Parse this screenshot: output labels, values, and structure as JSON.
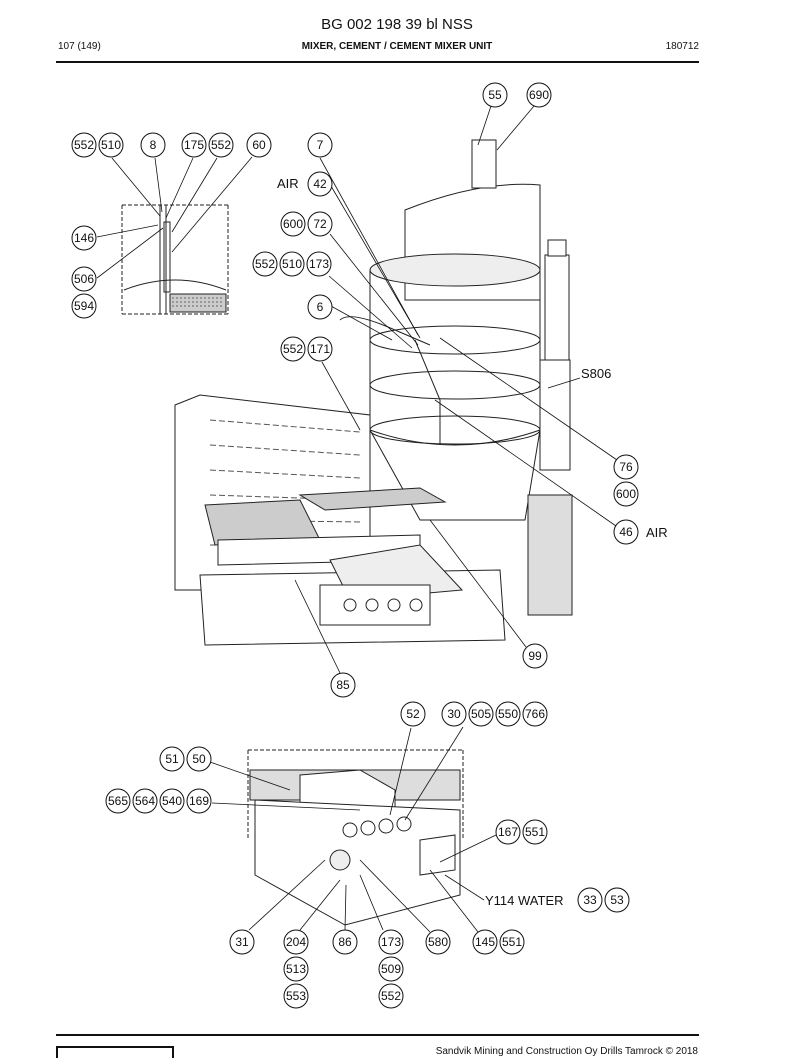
{
  "header": {
    "document_id": "BG 002 198 39 bl NSS",
    "page": "107 (149)",
    "section": "MIXER, CEMENT / CEMENT MIXER UNIT",
    "date_code": "180712"
  },
  "footer": {
    "copyright": "Sandvik Mining and Construction Oy Drills Tamrock © 2018"
  },
  "labels": {
    "air_top": "AIR",
    "air_right": "AIR",
    "s806": "S806",
    "y114_water": "Y114 WATER"
  },
  "callouts": [
    {
      "id": "c55",
      "label": "55"
    },
    {
      "id": "c690",
      "label": "690"
    },
    {
      "id": "c552a",
      "label": "552"
    },
    {
      "id": "c510a",
      "label": "510"
    },
    {
      "id": "c8",
      "label": "8"
    },
    {
      "id": "c175",
      "label": "175"
    },
    {
      "id": "c552b",
      "label": "552"
    },
    {
      "id": "c60",
      "label": "60"
    },
    {
      "id": "c7",
      "label": "7"
    },
    {
      "id": "c42",
      "label": "42"
    },
    {
      "id": "c600a",
      "label": "600"
    },
    {
      "id": "c72",
      "label": "72"
    },
    {
      "id": "c146",
      "label": "146"
    },
    {
      "id": "c552c",
      "label": "552"
    },
    {
      "id": "c510b",
      "label": "510"
    },
    {
      "id": "c173a",
      "label": "173"
    },
    {
      "id": "c506",
      "label": "506"
    },
    {
      "id": "c594",
      "label": "594"
    },
    {
      "id": "c6",
      "label": "6"
    },
    {
      "id": "c552d",
      "label": "552"
    },
    {
      "id": "c171",
      "label": "171"
    },
    {
      "id": "c76",
      "label": "76"
    },
    {
      "id": "c600b",
      "label": "600"
    },
    {
      "id": "c46",
      "label": "46"
    },
    {
      "id": "c99",
      "label": "99"
    },
    {
      "id": "c85",
      "label": "85"
    },
    {
      "id": "c52",
      "label": "52"
    },
    {
      "id": "c30",
      "label": "30"
    },
    {
      "id": "c505",
      "label": "505"
    },
    {
      "id": "c550",
      "label": "550"
    },
    {
      "id": "c766",
      "label": "766"
    },
    {
      "id": "c51",
      "label": "51"
    },
    {
      "id": "c50",
      "label": "50"
    },
    {
      "id": "c565",
      "label": "565"
    },
    {
      "id": "c564",
      "label": "564"
    },
    {
      "id": "c540",
      "label": "540"
    },
    {
      "id": "c169",
      "label": "169"
    },
    {
      "id": "c167",
      "label": "167"
    },
    {
      "id": "c551a",
      "label": "551"
    },
    {
      "id": "c33",
      "label": "33"
    },
    {
      "id": "c53",
      "label": "53"
    },
    {
      "id": "c31",
      "label": "31"
    },
    {
      "id": "c204",
      "label": "204"
    },
    {
      "id": "c86",
      "label": "86"
    },
    {
      "id": "c173b",
      "label": "173"
    },
    {
      "id": "c580",
      "label": "580"
    },
    {
      "id": "c145",
      "label": "145"
    },
    {
      "id": "c551b",
      "label": "551"
    },
    {
      "id": "c513",
      "label": "513"
    },
    {
      "id": "c509",
      "label": "509"
    },
    {
      "id": "c553",
      "label": "553"
    },
    {
      "id": "c552e",
      "label": "552"
    }
  ]
}
